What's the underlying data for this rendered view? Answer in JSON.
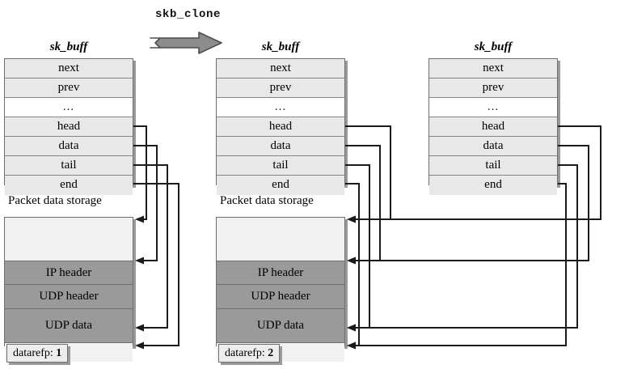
{
  "diagram": {
    "operation_label": "skb_clone",
    "struct_title": "sk_buff",
    "storage_title": "Packet data storage",
    "pointer_fields": [
      "head",
      "data",
      "tail",
      "end"
    ],
    "colors": {
      "struct_fill": "#e8e8e8",
      "payload_fill": "#9a9a9a",
      "room_fill": "#f1f1f1",
      "border": "#6f6f6f",
      "shadow": "#9a9a9a",
      "arrow": "#1b1b1b",
      "block_arrow": "#8c8c8c"
    }
  },
  "skbuffs": [
    {
      "title": "sk_buff",
      "rows": [
        "next",
        "prev",
        "...",
        "head",
        "data",
        "tail",
        "end"
      ]
    },
    {
      "title": "sk_buff",
      "rows": [
        "next",
        "prev",
        "...",
        "head",
        "data",
        "tail",
        "end"
      ]
    },
    {
      "title": "sk_buff",
      "rows": [
        "next",
        "prev",
        "...",
        "head",
        "data",
        "tail",
        "end"
      ]
    }
  ],
  "storages": [
    {
      "title": "Packet data storage",
      "segments": [
        "",
        "IP header",
        "UDP header",
        "UDP data",
        ""
      ],
      "refcount_label": "datarefp:",
      "refcount_value": "1"
    },
    {
      "title": "Packet data storage",
      "segments": [
        "",
        "IP header",
        "UDP header",
        "UDP data",
        ""
      ],
      "refcount_label": "datarefp:",
      "refcount_value": "2"
    }
  ]
}
